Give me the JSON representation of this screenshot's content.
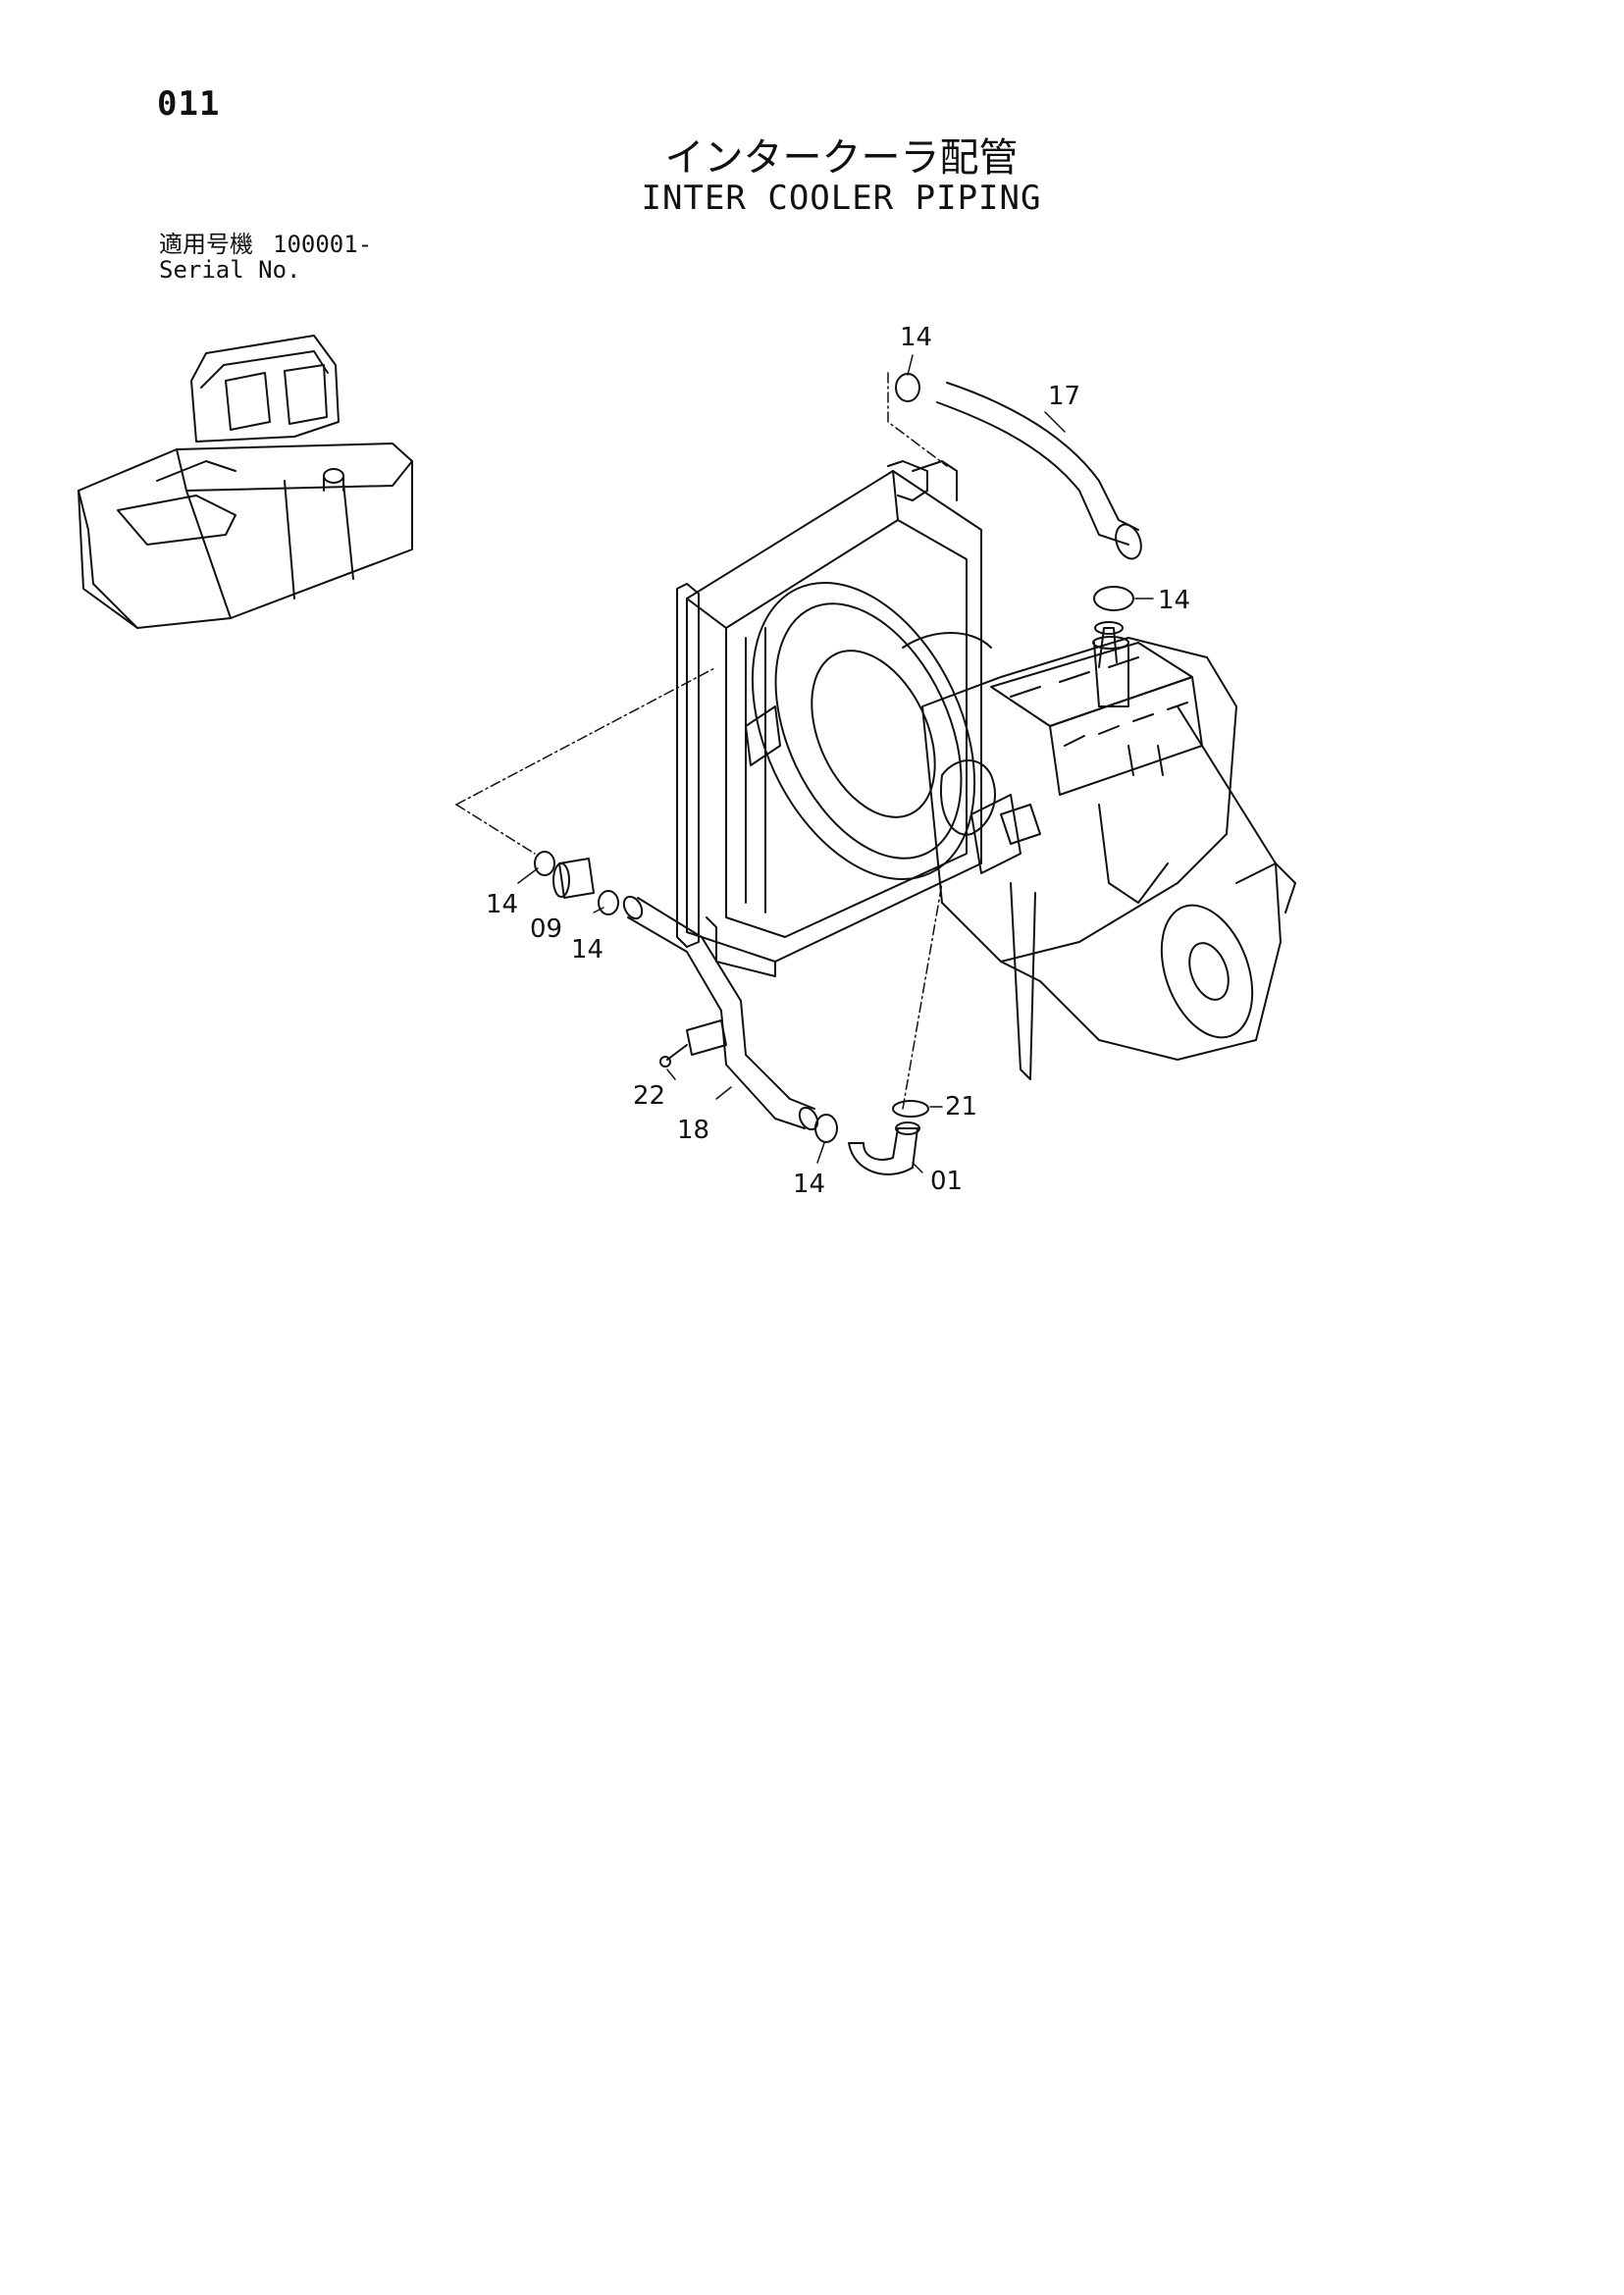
{
  "page": {
    "number": "011",
    "title_jp": "インタークーラ配管",
    "title_en": "INTER COOLER PIPING",
    "serial_label_jp": "適用号機",
    "serial_value": "100001-",
    "serial_label_en": "Serial No."
  },
  "callouts": {
    "c14_top": "14",
    "c17": "17",
    "c14_right": "14",
    "c14_left_a": "14",
    "c09": "09",
    "c14_left_b": "14",
    "c22": "22",
    "c18": "18",
    "c14_bottom": "14",
    "c21": "21",
    "c01": "01"
  }
}
